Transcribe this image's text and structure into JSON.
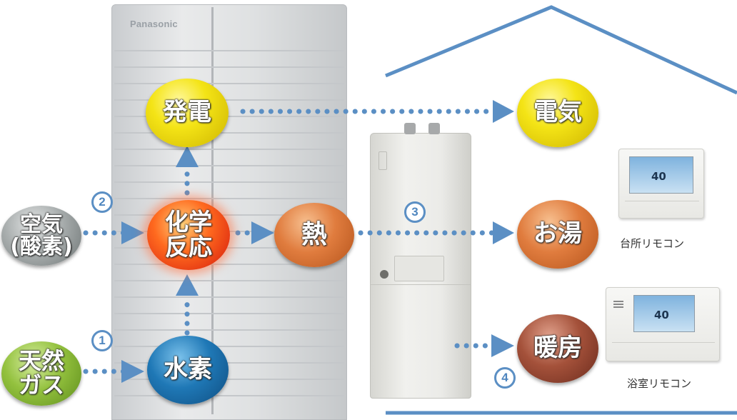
{
  "fuel_cell": {
    "brand": "Panasonic"
  },
  "nodes": {
    "power_gen": "発電",
    "air": "空気\n(酸素)",
    "reaction": "化学\n反応",
    "heat": "熱",
    "natural_gas": "天然\nガス",
    "hydrogen": "水素",
    "electricity": "電気",
    "hot_water": "お湯",
    "heating": "暖房"
  },
  "steps": {
    "s1": "1",
    "s2": "2",
    "s3": "3",
    "s4": "4"
  },
  "remotes": {
    "kitchen": {
      "label": "台所リモコン",
      "temp": "40"
    },
    "bath": {
      "label": "浴室リモコン",
      "temp": "40"
    }
  },
  "colors": {
    "arrow": "#5b8fc4",
    "house": "#5b8fc4",
    "power_gen": "#f4e416",
    "reaction": "#ff4a1a",
    "heat": "#e07c3e",
    "natural_gas": "#93c13e",
    "hydrogen": "#1f78b6",
    "heating": "#a4513a"
  }
}
